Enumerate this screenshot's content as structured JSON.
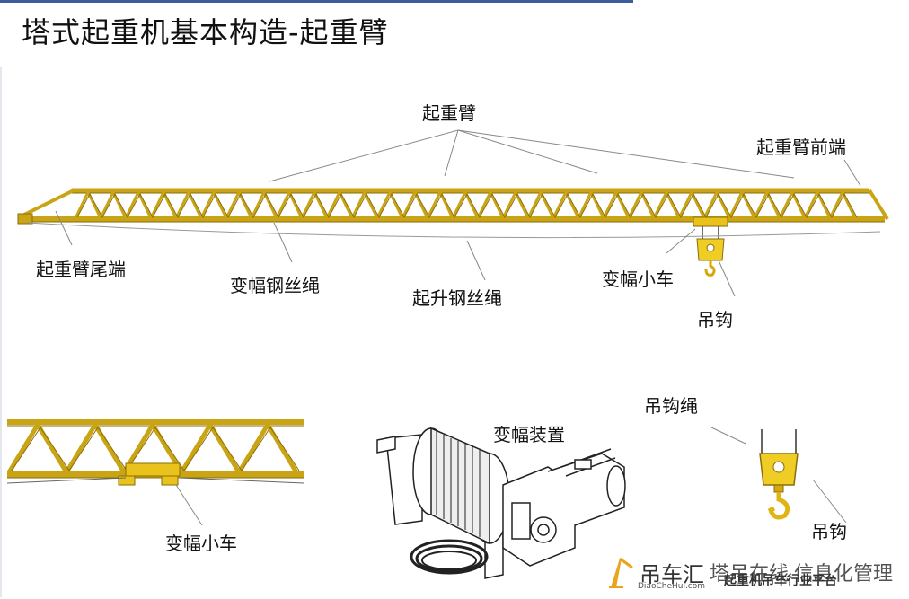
{
  "title": "塔式起重机基本构造-起重臂",
  "labels": {
    "jib": "起重臂",
    "jib_front": "起重臂前端",
    "jib_tail": "起重臂尾端",
    "luffing_rope": "变幅钢丝绳",
    "hoist_rope": "起升钢丝绳",
    "trolley": "变幅小车",
    "hook": "吊钩",
    "trolley_detail": "变幅小车",
    "luffing_mechanism": "变幅装置",
    "hook_rope": "吊钩绳",
    "hook_detail": "吊钩"
  },
  "watermark": {
    "brand": "吊车汇",
    "brand_sub": "DiaoCheHui.com",
    "text": "塔吊在线",
    "subtext": "起重机吊车行业平台",
    "extra": "信息化管理"
  },
  "colors": {
    "truss": "#c9a414",
    "truss_dark": "#8a6e08",
    "hook": "#e9c21c",
    "line": "#777777"
  }
}
